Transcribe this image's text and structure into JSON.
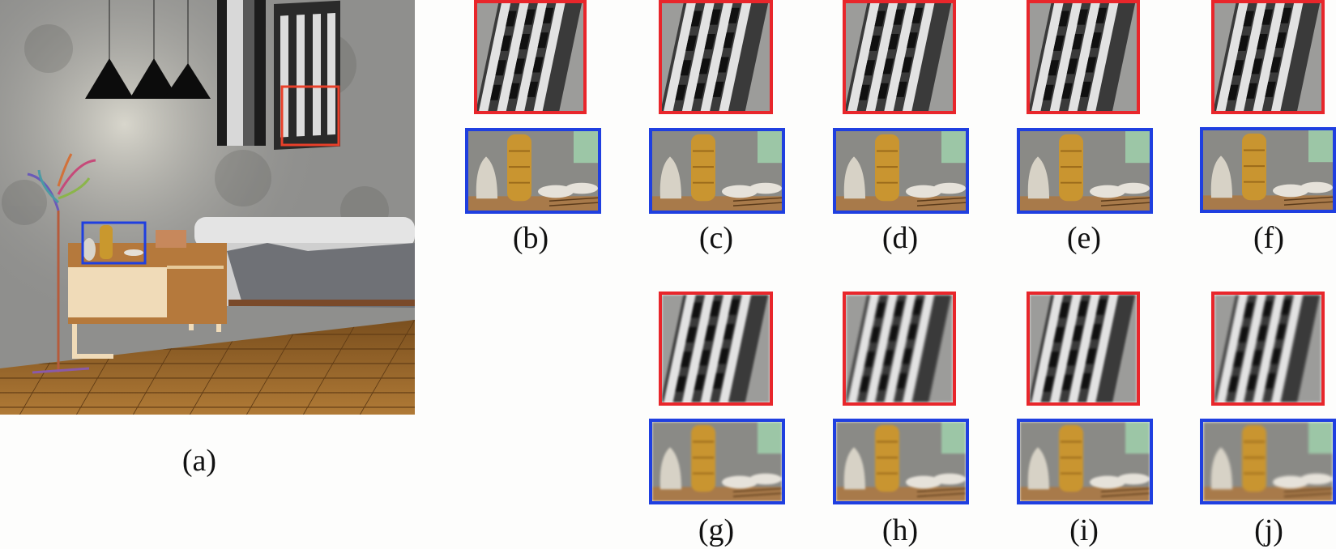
{
  "captions": {
    "a": "(a)",
    "b": "(b)",
    "c": "(c)",
    "d": "(d)",
    "e": "(e)",
    "f": "(f)",
    "g": "(g)",
    "h": "(h)",
    "i": "(i)",
    "j": "(j)"
  },
  "colors": {
    "red_box": "#e8262b",
    "blue_box": "#1f3fe0",
    "wall": "#9a9a98",
    "floor": "#9a6b2e"
  }
}
